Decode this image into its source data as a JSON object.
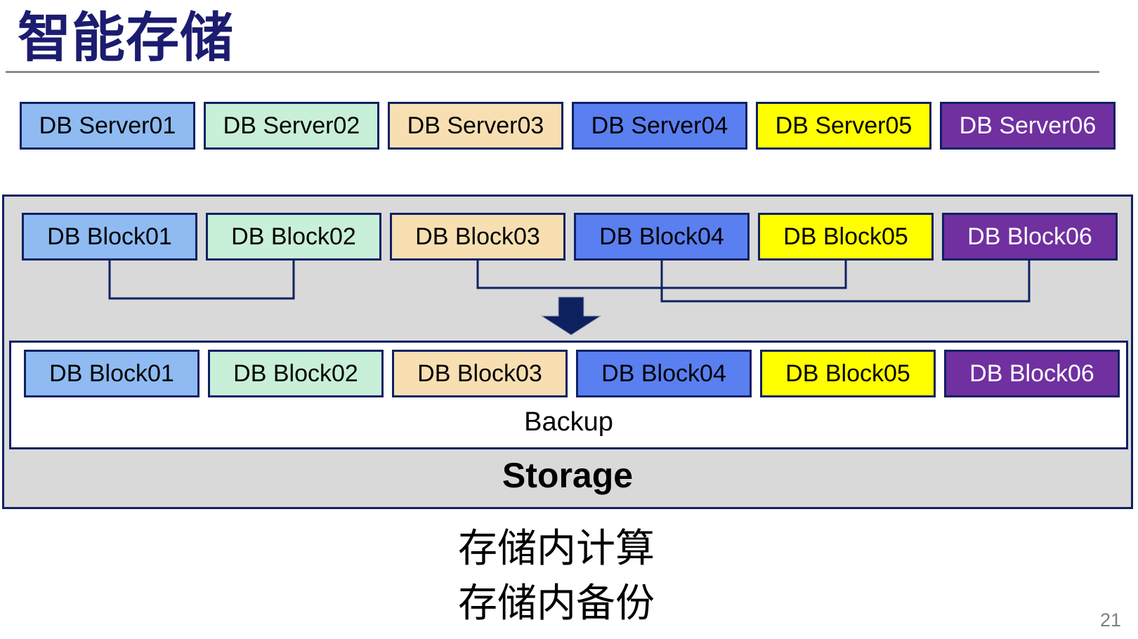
{
  "page": {
    "title": "智能存储",
    "page_number": "21",
    "notes": [
      "存储内计算",
      "存储内备份"
    ]
  },
  "palette": {
    "title_navy": "#1c1c70",
    "border_navy": "#0e2163",
    "container_gray": "#d9d9d9",
    "divider_gray": "#8c8c8c",
    "arrow_navy": "#0d2060",
    "box_colors": [
      "#8fbbf2",
      "#c8efd7",
      "#f8dfb2",
      "#5a7ff0",
      "#ffff00",
      "#7030a0"
    ]
  },
  "servers": [
    {
      "label": "DB Server01",
      "bg": "#8fbbf2",
      "fg": "#000000"
    },
    {
      "label": "DB Server02",
      "bg": "#c8efd7",
      "fg": "#000000"
    },
    {
      "label": "DB Server03",
      "bg": "#f8dfb2",
      "fg": "#000000"
    },
    {
      "label": "DB Server04",
      "bg": "#5a7ff0",
      "fg": "#000000"
    },
    {
      "label": "DB Server05",
      "bg": "#ffff00",
      "fg": "#000000"
    },
    {
      "label": "DB Server06",
      "bg": "#7030a0",
      "fg": "#ffffff"
    }
  ],
  "blocks_top": [
    {
      "label": "DB Block01",
      "bg": "#8fbbf2",
      "fg": "#000000"
    },
    {
      "label": "DB Block02",
      "bg": "#c8efd7",
      "fg": "#000000"
    },
    {
      "label": "DB Block03",
      "bg": "#f8dfb2",
      "fg": "#000000"
    },
    {
      "label": "DB Block04",
      "bg": "#5a7ff0",
      "fg": "#000000"
    },
    {
      "label": "DB Block05",
      "bg": "#ffff00",
      "fg": "#000000"
    },
    {
      "label": "DB Block06",
      "bg": "#7030a0",
      "fg": "#ffffff"
    }
  ],
  "blocks_bottom": [
    {
      "label": "DB Block01",
      "bg": "#8fbbf2",
      "fg": "#000000"
    },
    {
      "label": "DB Block02",
      "bg": "#c8efd7",
      "fg": "#000000"
    },
    {
      "label": "DB Block03",
      "bg": "#f8dfb2",
      "fg": "#000000"
    },
    {
      "label": "DB Block04",
      "bg": "#5a7ff0",
      "fg": "#000000"
    },
    {
      "label": "DB Block05",
      "bg": "#ffff00",
      "fg": "#000000"
    },
    {
      "label": "DB Block06",
      "bg": "#7030a0",
      "fg": "#ffffff"
    }
  ],
  "storage": {
    "backup_label": "Backup",
    "storage_label": "Storage"
  }
}
